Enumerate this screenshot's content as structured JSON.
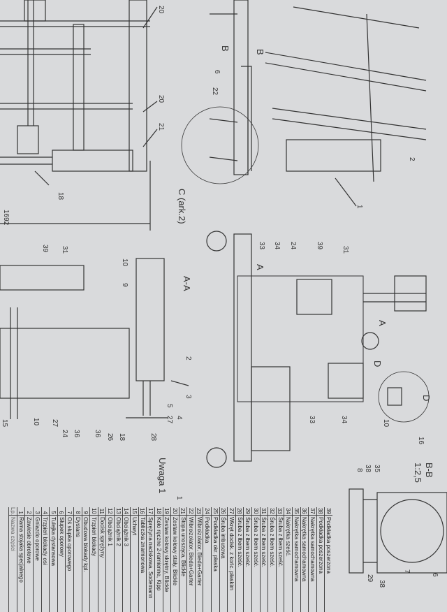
{
  "labels": {
    "l20a": "20",
    "l20b": "20",
    "l21": "21",
    "l18a": "18",
    "dim1692": "1692",
    "callout_c": "C (ark.2)",
    "l6": "6",
    "l22": "22",
    "lB1": "B",
    "lB2": "B",
    "l2a": "2",
    "l1": "1",
    "section_aa": "A-A",
    "l10a": "10",
    "l9": "9",
    "l39a": "39",
    "l31a": "31",
    "l2b": "2",
    "l3": "3",
    "l4": "4",
    "l5": "5",
    "l27a": "27",
    "l28": "28",
    "l26": "26",
    "l18b": "18",
    "l36a": "36",
    "l24a": "24",
    "l27b": "27",
    "l10b": "10",
    "l15": "15",
    "l36b": "36",
    "note": "Uwaga 1",
    "l33a": "33",
    "l34a": "34",
    "l24b": "24",
    "l39b": "39",
    "l31b": "31",
    "lA1": "A",
    "lA2": "A",
    "lD1": "D",
    "l33b": "33",
    "l34b": "34",
    "detail_d": "D",
    "l10c": "10",
    "l16": "16",
    "section_bb": "B-B",
    "scale_bb": "1:2,5",
    "l35": "35",
    "l38a": "38",
    "l8": "8",
    "l6b": "6",
    "l7": "7",
    "l29": "29",
    "l38b": "38",
    "l1b": "1"
  },
  "parts_list": {
    "header_no": "Lp.",
    "header_name": "Nazwa części",
    "items": [
      {
        "no": "39",
        "name": "Podkładka poszerzona"
      },
      {
        "no": "38",
        "name": "Podkładka poszerzona"
      },
      {
        "no": "37",
        "name": "Nakrętka samochamowna"
      },
      {
        "no": "36",
        "name": "Nakrętka samochamowna"
      },
      {
        "no": "35",
        "name": "Nakrętka samochamowna"
      },
      {
        "no": "34",
        "name": "Nakrętka sześć."
      },
      {
        "no": "33",
        "name": "Śruba z łbem sześć."
      },
      {
        "no": "32",
        "name": "Śruba z łbem sześć."
      },
      {
        "no": "31",
        "name": "Śruba z łbem sześć."
      },
      {
        "no": "30",
        "name": "Śruba z łbem sześć."
      },
      {
        "no": "29",
        "name": "Śruba z łbem sześć."
      },
      {
        "no": "28",
        "name": "Śruba z łbem sześć."
      },
      {
        "no": "27",
        "name": "Wkręt docisk. z końc. płaskim"
      },
      {
        "no": "26",
        "name": "Śruba imbusowa"
      },
      {
        "no": "25",
        "name": "Podkładka okr. płaska"
      },
      {
        "no": "24",
        "name": "Podkładka"
      },
      {
        "no": "23",
        "name": "Wibroizolator, Bieda+Garter"
      },
      {
        "no": "22",
        "name": "Wibroizolator, Bieda+Garter"
      },
      {
        "no": "21",
        "name": "Stopa unosząca, Blickle"
      },
      {
        "no": "20",
        "name": "Zestaw kołowy stały, Blickle"
      },
      {
        "no": "19",
        "name": "Zestaw kołowy skrętny, Blickle"
      },
      {
        "no": "18",
        "name": "Koło ręczne 2-ramienne, Kipp"
      },
      {
        "no": "17",
        "name": "Sprężyna naciskowa, Sodemann"
      },
      {
        "no": "16",
        "name": "Tabliczka znamionowa"
      },
      {
        "no": "15",
        "name": "Uchwyt"
      },
      {
        "no": "14",
        "name": "Obciążnik 3"
      },
      {
        "no": "13",
        "name": "Obciążnik 2"
      },
      {
        "no": "12",
        "name": "Obciążnik 1"
      },
      {
        "no": "11",
        "name": "Docisk sprężyny"
      },
      {
        "no": "10",
        "name": "Trzpień blokady"
      },
      {
        "no": "9",
        "name": "Obudowa blokady kpl."
      },
      {
        "no": "8",
        "name": "Dystans"
      },
      {
        "no": "7",
        "name": "Oś słupka oporowego"
      },
      {
        "no": "6",
        "name": "Słupek oporowy"
      },
      {
        "no": "5",
        "name": "Tulejka dystansowa"
      },
      {
        "no": "4",
        "name": "Trzpień blokady osi"
      },
      {
        "no": "3",
        "name": "Gniazdo oporowe"
      },
      {
        "no": "2",
        "name": "Zawiesie obrotowe"
      },
      {
        "no": "1",
        "name": "Rama stojaka specjalnego"
      }
    ]
  }
}
